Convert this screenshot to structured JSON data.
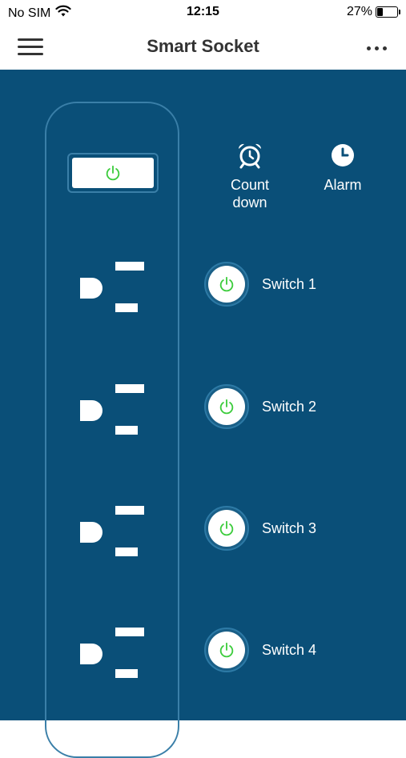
{
  "status_bar": {
    "carrier": "No SIM",
    "time": "12:15",
    "battery_percent": "27%",
    "battery_level": 0.27
  },
  "nav": {
    "title": "Smart Socket"
  },
  "timers": {
    "countdown_line1": "Count",
    "countdown_line2": "down",
    "alarm_label": "Alarm"
  },
  "switches": [
    {
      "label": "Switch 1"
    },
    {
      "label": "Switch 2"
    },
    {
      "label": "Switch 3"
    },
    {
      "label": "Switch 4"
    }
  ],
  "colors": {
    "background": "#0a4f78",
    "power_on": "#3dcc3d",
    "border": "#3a7fa8"
  }
}
